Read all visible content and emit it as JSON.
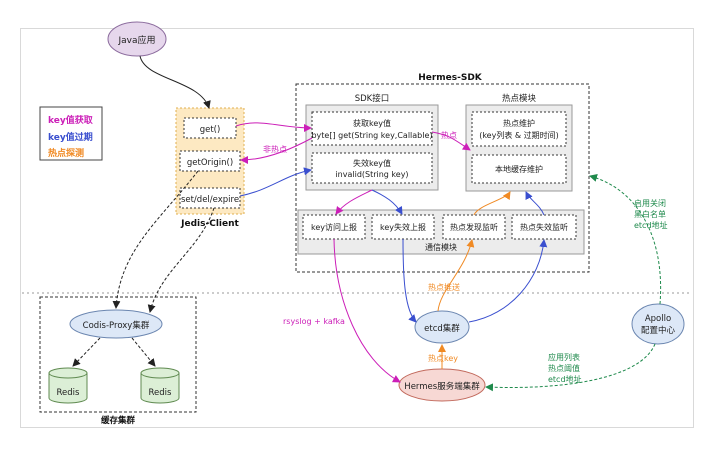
{
  "nodes": {
    "java_app": "Java应用",
    "hermes_sdk": "Hermes-SDK",
    "sdk_interface": "SDK接口",
    "get_key": "获取key值",
    "get_signature": "byte[] get(String key,Callable)",
    "invalid_key": "失效key值",
    "invalid_signature": "invalid(String key)",
    "hotspot_module": "热点模块",
    "hotspot_maintain": "热点维护",
    "hotspot_maintain_sub": "(key列表 & 过期时间)",
    "local_cache": "本地缓存维护",
    "comm_module": "通信模块",
    "key_access_report": "key访问上报",
    "key_invalid_report": "key失效上报",
    "hot_discover_listen": "热点发现监听",
    "hot_invalid_listen": "热点失效监听",
    "jedis_get": "get()",
    "jedis_getorigin": "getOrigin()",
    "jedis_setdel": "set/del/expire",
    "jedis_client": "Jedis-Client",
    "codis_proxy": "Codis-Proxy集群",
    "redis_1": "Redis",
    "redis_2": "Redis",
    "cache_cluster": "缓存集群",
    "etcd_cluster": "etcd集群",
    "hermes_server": "Hermes服务端集群",
    "apollo": "Apollo",
    "apollo_sub": "配置中心"
  },
  "labels": {
    "hotspot": "热点",
    "non_hotspot": "非热点",
    "rsyslog_kafka": "rsyslog + kafka",
    "hot_push": "热点推送",
    "hot_key": "热点key",
    "enable_blacklist_1": "启用关闭",
    "enable_blacklist_2": "黑白名单",
    "enable_blacklist_3": "etcd地址",
    "app_list_1": "应用列表",
    "app_list_2": "热点阈值",
    "app_list_3": "etcd地址"
  },
  "legend": {
    "items": [
      {
        "label": "key值获取",
        "color": "#cc1fb8"
      },
      {
        "label": "key值过期",
        "color": "#3a4fcf"
      },
      {
        "label": "热点探测",
        "color": "#f08a24"
      }
    ]
  },
  "colors": {
    "get_flow": "#cc1fb8",
    "expire_flow": "#3a4fcf",
    "hot_detect": "#f08a24",
    "config": "#1f8a4c",
    "cache": "#222222"
  }
}
